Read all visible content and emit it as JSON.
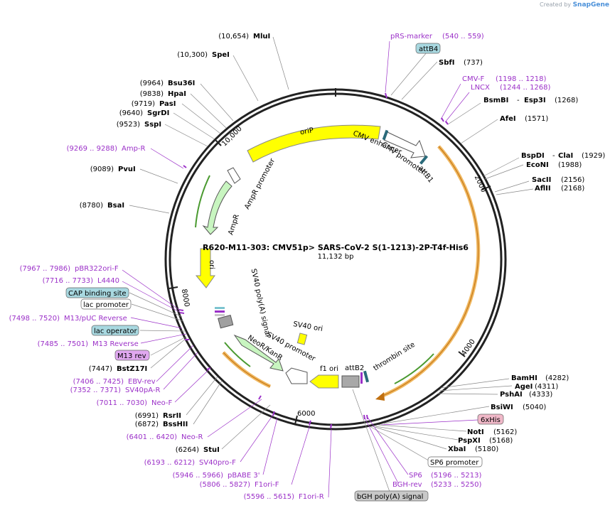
{
  "header": {
    "created_by": "Created by",
    "brand": "SnapGene"
  },
  "plasmid": {
    "name": "R620-M11-303: CMV51p> SARS-CoV-2 S(1-1213)-2P-T4f-His6",
    "length": "11,132 bp"
  },
  "ruler": [
    "2000",
    "4000",
    "6000",
    "8000",
    "10,000"
  ],
  "inner_features": [
    "oriP",
    "CMV enhancer",
    "CMV promoter",
    "attB1",
    "AmpR promoter",
    "AmpR",
    "ori",
    "SV40 poly(A) signal",
    "SV40 ori",
    "SV40 promoter",
    "NeoR/KanR",
    "f1 ori",
    "attB2",
    "thrombin site"
  ],
  "labels_top": [
    {
      "pos": "(10,654)",
      "name": "MluI"
    },
    {
      "pos": "(10,300)",
      "name": "SpeI"
    },
    {
      "pos": "(9964)",
      "name": "Bsu36I"
    },
    {
      "pos": "(9838)",
      "name": "HpaI"
    },
    {
      "pos": "(9719)",
      "name": "PasI"
    },
    {
      "pos": "(9640)",
      "name": "SgrDI"
    },
    {
      "pos": "(9523)",
      "name": "SspI"
    }
  ],
  "labels_left": [
    {
      "pos": "(9269 .. 9288)",
      "name": "Amp-R",
      "kind": "primer"
    },
    {
      "pos": "(9089)",
      "name": "PvuI",
      "kind": "enzyme"
    },
    {
      "pos": "(8780)",
      "name": "BsaI",
      "kind": "enzyme"
    },
    {
      "pos": "(7967 .. 7986)",
      "name": "pBR322ori-F",
      "kind": "primer"
    },
    {
      "pos": "(7716 .. 7733)",
      "name": "L4440",
      "kind": "primer"
    },
    {
      "pos": "",
      "name": "CAP binding site",
      "kind": "box-blue"
    },
    {
      "pos": "",
      "name": "lac promoter",
      "kind": "box-white"
    },
    {
      "pos": "(7498 .. 7520)",
      "name": "M13/pUC Reverse",
      "kind": "primer"
    },
    {
      "pos": "",
      "name": "lac operator",
      "kind": "box-blue"
    },
    {
      "pos": "(7485 .. 7501)",
      "name": "M13 Reverse",
      "kind": "primer"
    },
    {
      "pos": "",
      "name": "M13 rev",
      "kind": "box-purple"
    },
    {
      "pos": "(7447)",
      "name": "BstZ17I",
      "kind": "enzyme"
    },
    {
      "pos": "(7406 .. 7425)",
      "name": "EBV-rev",
      "kind": "primer"
    },
    {
      "pos": "(7352 .. 7371)",
      "name": "SV40pA-R",
      "kind": "primer"
    },
    {
      "pos": "(7011 .. 7030)",
      "name": "Neo-F",
      "kind": "primer"
    },
    {
      "pos": "(6991)",
      "name": "RsrII",
      "kind": "enzyme"
    },
    {
      "pos": "(6872)",
      "name": "BssHII",
      "kind": "enzyme"
    },
    {
      "pos": "(6401 .. 6420)",
      "name": "Neo-R",
      "kind": "primer"
    },
    {
      "pos": "(6264)",
      "name": "StuI",
      "kind": "enzyme"
    },
    {
      "pos": "(6193 .. 6212)",
      "name": "SV40pro-F",
      "kind": "primer"
    },
    {
      "pos": "(5946 .. 5966)",
      "name": "pBABE 3'",
      "kind": "primer"
    },
    {
      "pos": "(5806 .. 5827)",
      "name": "F1ori-F",
      "kind": "primer"
    },
    {
      "pos": "(5596 .. 5615)",
      "name": "F1ori-R",
      "kind": "primer"
    }
  ],
  "labels_right": [
    {
      "name": "pRS-marker",
      "pos": "(540 .. 559)",
      "kind": "primer"
    },
    {
      "name": "attB4",
      "pos": "",
      "kind": "box-blue"
    },
    {
      "name": "SbfI",
      "pos": "(737)",
      "kind": "enzyme"
    },
    {
      "name": "CMV-F",
      "pos": "(1198 .. 1218)",
      "kind": "primer"
    },
    {
      "name": "LNCX",
      "pos": "(1244 .. 1268)",
      "kind": "primer"
    },
    {
      "name": "BsmBI",
      "name2": "Esp3I",
      "pos": "(1268)",
      "kind": "enzyme"
    },
    {
      "name": "AfeI",
      "pos": "(1571)",
      "kind": "enzyme"
    },
    {
      "name": "BspDI",
      "name2": "ClaI",
      "pos": "(1929)",
      "kind": "enzyme"
    },
    {
      "name": "EcoNI",
      "pos": "(1988)",
      "kind": "enzyme"
    },
    {
      "name": "SacII",
      "pos": "(2156)",
      "kind": "enzyme"
    },
    {
      "name": "AflII",
      "pos": "(2168)",
      "kind": "enzyme"
    },
    {
      "name": "BamHI",
      "pos": "(4282)",
      "kind": "enzyme"
    },
    {
      "name": "AgeI",
      "pos": "(4311)",
      "kind": "enzyme"
    },
    {
      "name": "PshAI",
      "pos": "(4333)",
      "kind": "enzyme"
    },
    {
      "name": "BsiWI",
      "pos": "(5040)",
      "kind": "enzyme"
    },
    {
      "name": "6xHis",
      "pos": "",
      "kind": "box-pink"
    },
    {
      "name": "NotI",
      "pos": "(5162)",
      "kind": "enzyme"
    },
    {
      "name": "PspXI",
      "pos": "(5168)",
      "kind": "enzyme"
    },
    {
      "name": "XbaI",
      "pos": "(5180)",
      "kind": "enzyme"
    },
    {
      "name": "SP6 promoter",
      "pos": "",
      "kind": "box-white"
    },
    {
      "name": "SP6",
      "pos": "(5196 .. 5213)",
      "kind": "primer"
    },
    {
      "name": "BGH-rev",
      "pos": "(5233 .. 5250)",
      "kind": "primer"
    }
  ],
  "label_bottom": {
    "name": "bGH poly(A) signal",
    "kind": "box-gray"
  },
  "colors": {
    "primer": "#9b30c8",
    "enzyme": "#000000",
    "feature_yellow": "#ffff00",
    "feature_green": "#c8f5c0",
    "cds_orange": "#f0b860",
    "box_blue": "#a8d8e0",
    "box_purple": "#e0a8f0",
    "box_pink": "#f0b8c8",
    "box_gray": "#c8c8c8"
  }
}
